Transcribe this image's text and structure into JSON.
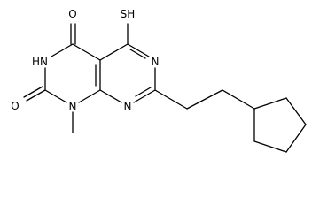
{
  "molecule": {
    "atoms": {
      "sh": "SH",
      "o_top": "O",
      "o_left": "O",
      "nh": "HN",
      "n_ring_upper": "N",
      "n_ring_lower": "N",
      "n_methyl": "N"
    }
  }
}
